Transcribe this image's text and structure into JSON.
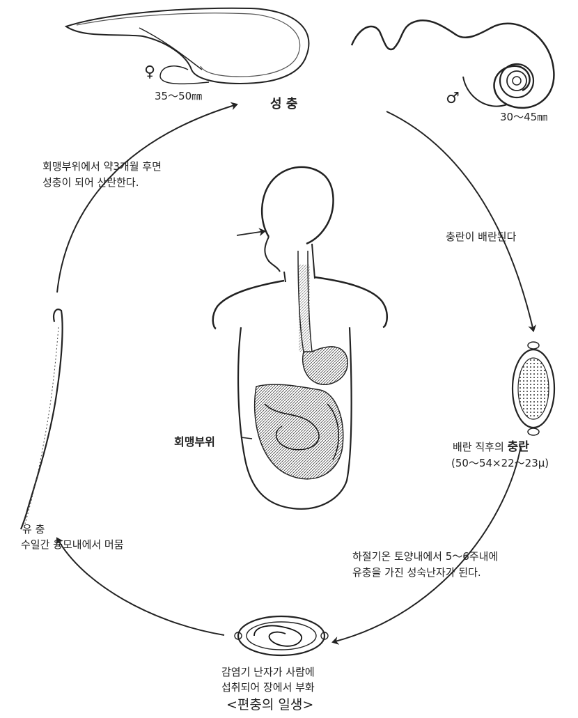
{
  "stage_adult": {
    "title": "성    충",
    "female_symbol": "♀",
    "female_size": "35～50㎜",
    "male_symbol": "♂",
    "male_size": "30～45㎜"
  },
  "step_to_egg": "충란이 배란된다",
  "stage_egg": {
    "label_prefix": "배란 직후의 ",
    "label_bold": "충란",
    "size": "(50～54×22～23μ)"
  },
  "step_to_embryonated": {
    "line1": "하절기온 토양내에서 5～6주내에",
    "line2": "유충을 가진 성숙난자가 된다."
  },
  "stage_embryonated": {
    "line1": "감염기 난자가 사람에",
    "line2": "섭취되어 장에서 부화"
  },
  "stage_larva": {
    "line1": "유 충",
    "line2": "수일간 융모내에서 머뭄"
  },
  "step_to_adult": {
    "line1": "회맹부위에서 약3개월 후면",
    "line2": "성충이 되어 산란한다."
  },
  "body_site_label": "회맹부위",
  "figure_caption": "<편충의 일생>"
}
